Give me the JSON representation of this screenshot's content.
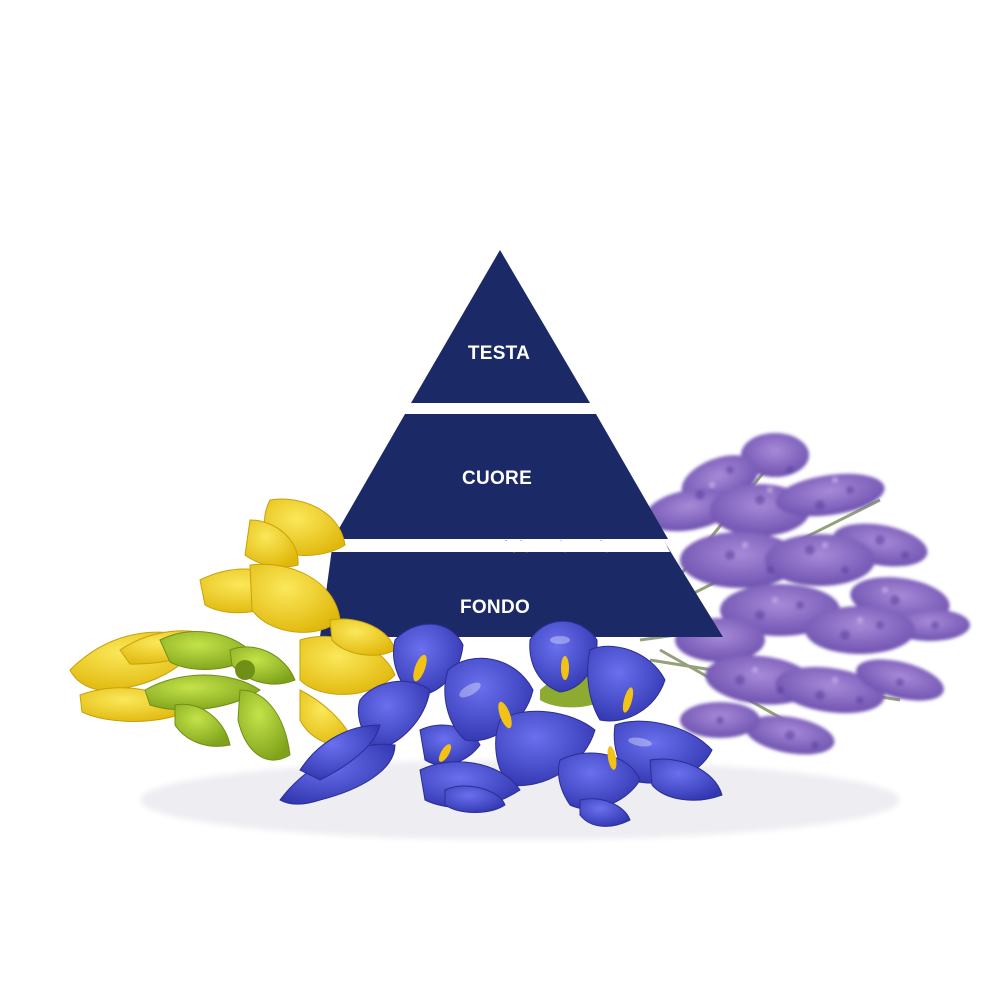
{
  "pyramid": {
    "color": "#1b2a66",
    "tiers": [
      {
        "label": "TESTA"
      },
      {
        "label": "CUORE"
      },
      {
        "label": "FONDO"
      }
    ]
  },
  "ingredients": [
    {
      "name": "ylang-ylang",
      "color": "#f2d21a"
    },
    {
      "name": "iris",
      "color": "#4a4fd0"
    },
    {
      "name": "lavender",
      "color": "#8a6cc4"
    }
  ]
}
